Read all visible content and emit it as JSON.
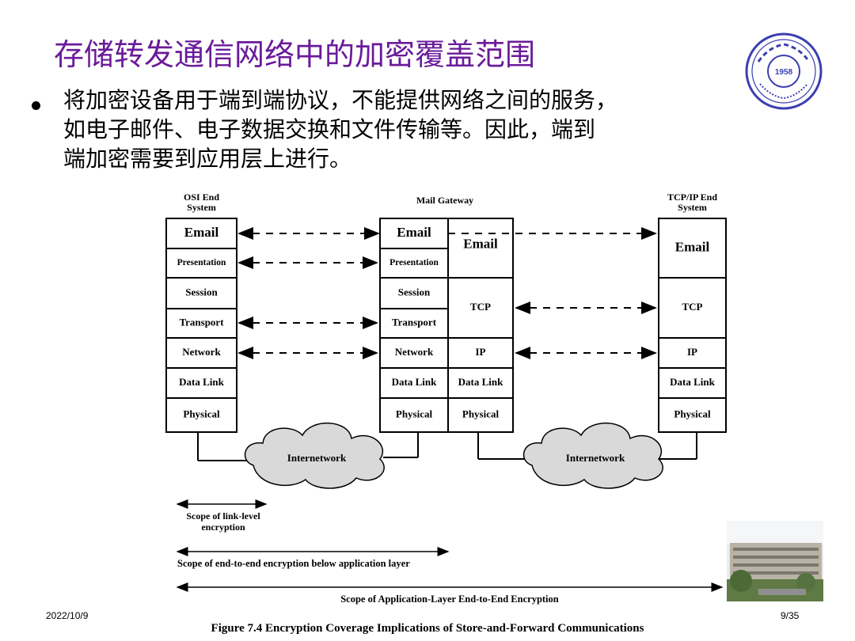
{
  "title": "存储转发通信网络中的加密覆盖范围",
  "bullet": {
    "lines": [
      "将加密设备用于端到端协议，不能提供网络之间的服务，",
      "如电子邮件、电子数据交换和文件传输等。因此，端到",
      "端加密需要到应用层上进行。"
    ]
  },
  "logo": {
    "seal_year": "1958"
  },
  "diagram": {
    "osi_header": [
      "OSI End",
      "System"
    ],
    "gateway_header": "Mail Gateway",
    "tcpip_header": [
      "TCP/IP End",
      "System"
    ],
    "osi_layers": [
      "Email",
      "Presentation",
      "Session",
      "Transport",
      "Network",
      "Data Link",
      "Physical"
    ],
    "gateway_left_layers": [
      "Email",
      "Presentation",
      "Session",
      "Transport",
      "Network",
      "Data Link",
      "Physical"
    ],
    "gateway_right_layers": [
      "Email",
      "TCP",
      "IP",
      "Data Link",
      "Physical"
    ],
    "tcpip_layers": [
      "Email",
      "TCP",
      "IP",
      "Data Link",
      "Physical"
    ],
    "cloud_label": "Internetwork",
    "scope_link": [
      "Scope of link-level",
      "encryption"
    ],
    "scope_e2e_below": "Scope of end-to-end encryption below application layer",
    "scope_app": "Scope of Application-Layer End-to-End Encryption"
  },
  "caption": "Figure 7.4   Encryption Coverage Implications of Store-and-Forward Communications",
  "footer": {
    "date": "2022/10/9",
    "page": "9/35"
  },
  "colors": {
    "title": "#6a1b9a",
    "seal": "#3b3fb0",
    "cloud": "#d9d9d9"
  }
}
